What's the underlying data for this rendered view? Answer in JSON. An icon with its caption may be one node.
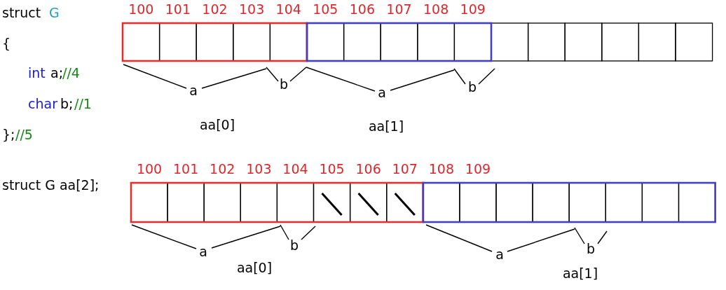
{
  "diagram": {
    "labels": [
      "struct",
      "G",
      "100",
      "101",
      "102",
      "103",
      "104",
      "105",
      "106",
      "107",
      "108",
      "109",
      "{",
      "int",
      "a;",
      "//4",
      "a",
      "b",
      "a",
      "b",
      "char",
      "b;",
      "//1",
      "aa[0]",
      "aa[1]",
      "};",
      "//5",
      "struct G aa[2];",
      "100",
      "101",
      "102",
      "103",
      "104",
      "105",
      "106",
      "107",
      "108",
      "109",
      "a",
      "b",
      "aa[0]",
      "a",
      "b",
      "aa[1]"
    ]
  }
}
